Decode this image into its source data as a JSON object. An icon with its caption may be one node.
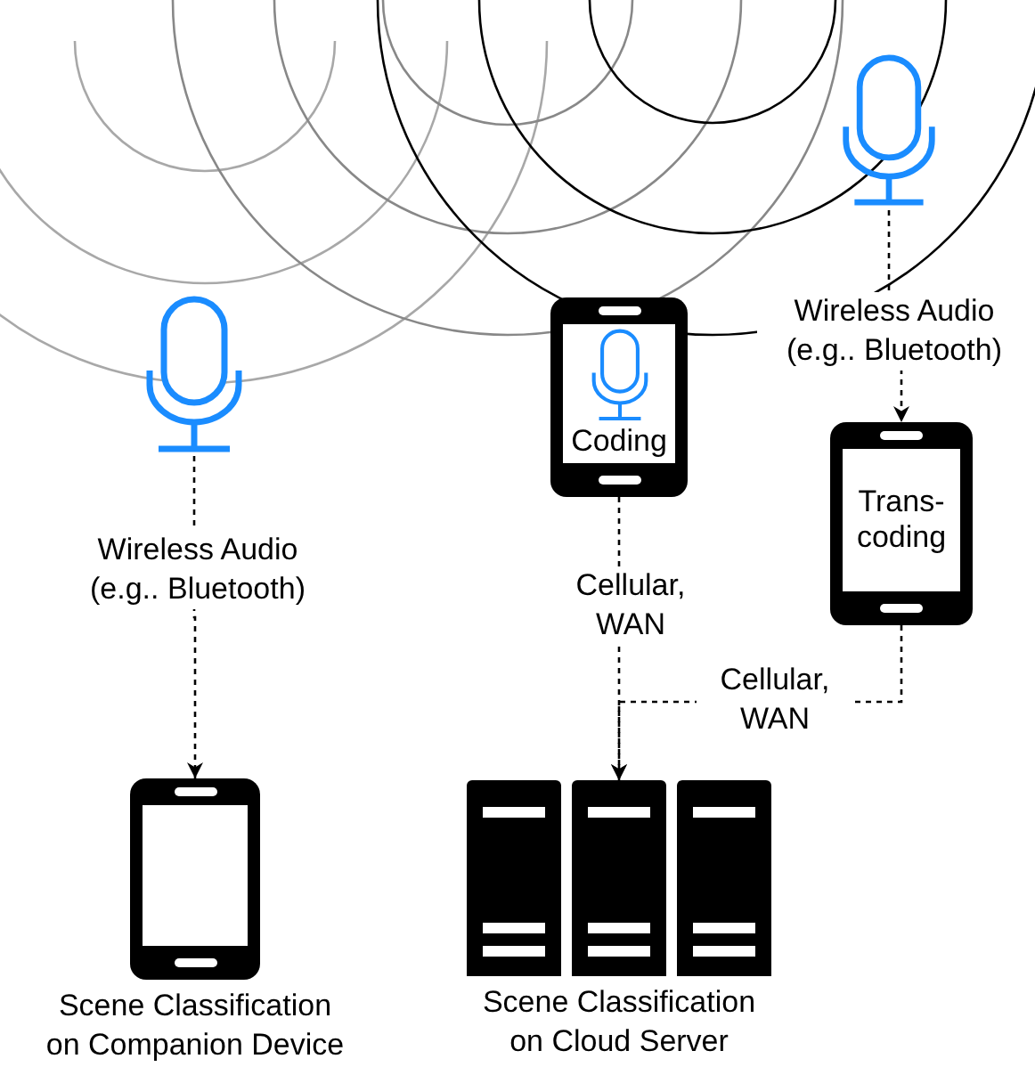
{
  "diagram": {
    "nodes": [
      {
        "text": [],
        "shape": "microphone"
      },
      {
        "text": [],
        "shape": "phone",
        "beside": [
          "Scene Classification on Companion Device"
        ]
      },
      {
        "text": [
          "Coding"
        ]
      },
      {
        "text": [],
        "shape": "microphone"
      },
      {
        "text": [
          "Trans- coding"
        ]
      },
      {
        "text": [],
        "shape": "server",
        "beside": [
          "Scene Classification on Cloud Server"
        ]
      }
    ],
    "edges": [
      {
        "from": 0,
        "to": 1,
        "arrow": "to",
        "label": "Wireless Audio (e.g.. Bluetooth)",
        "style": "dashed"
      },
      {
        "from": 3,
        "to": 4,
        "arrow": "to",
        "label": "Wireless Audio (e.g.. Bluetooth)",
        "style": "dashed"
      },
      {
        "from": 2,
        "to": 5,
        "arrow": "to",
        "label": "Cellular, WAN",
        "style": "dashed"
      },
      {
        "from": 4,
        "to": 5,
        "arrow": "to",
        "label": "Cellular, WAN",
        "style": "dashed"
      }
    ]
  }
}
